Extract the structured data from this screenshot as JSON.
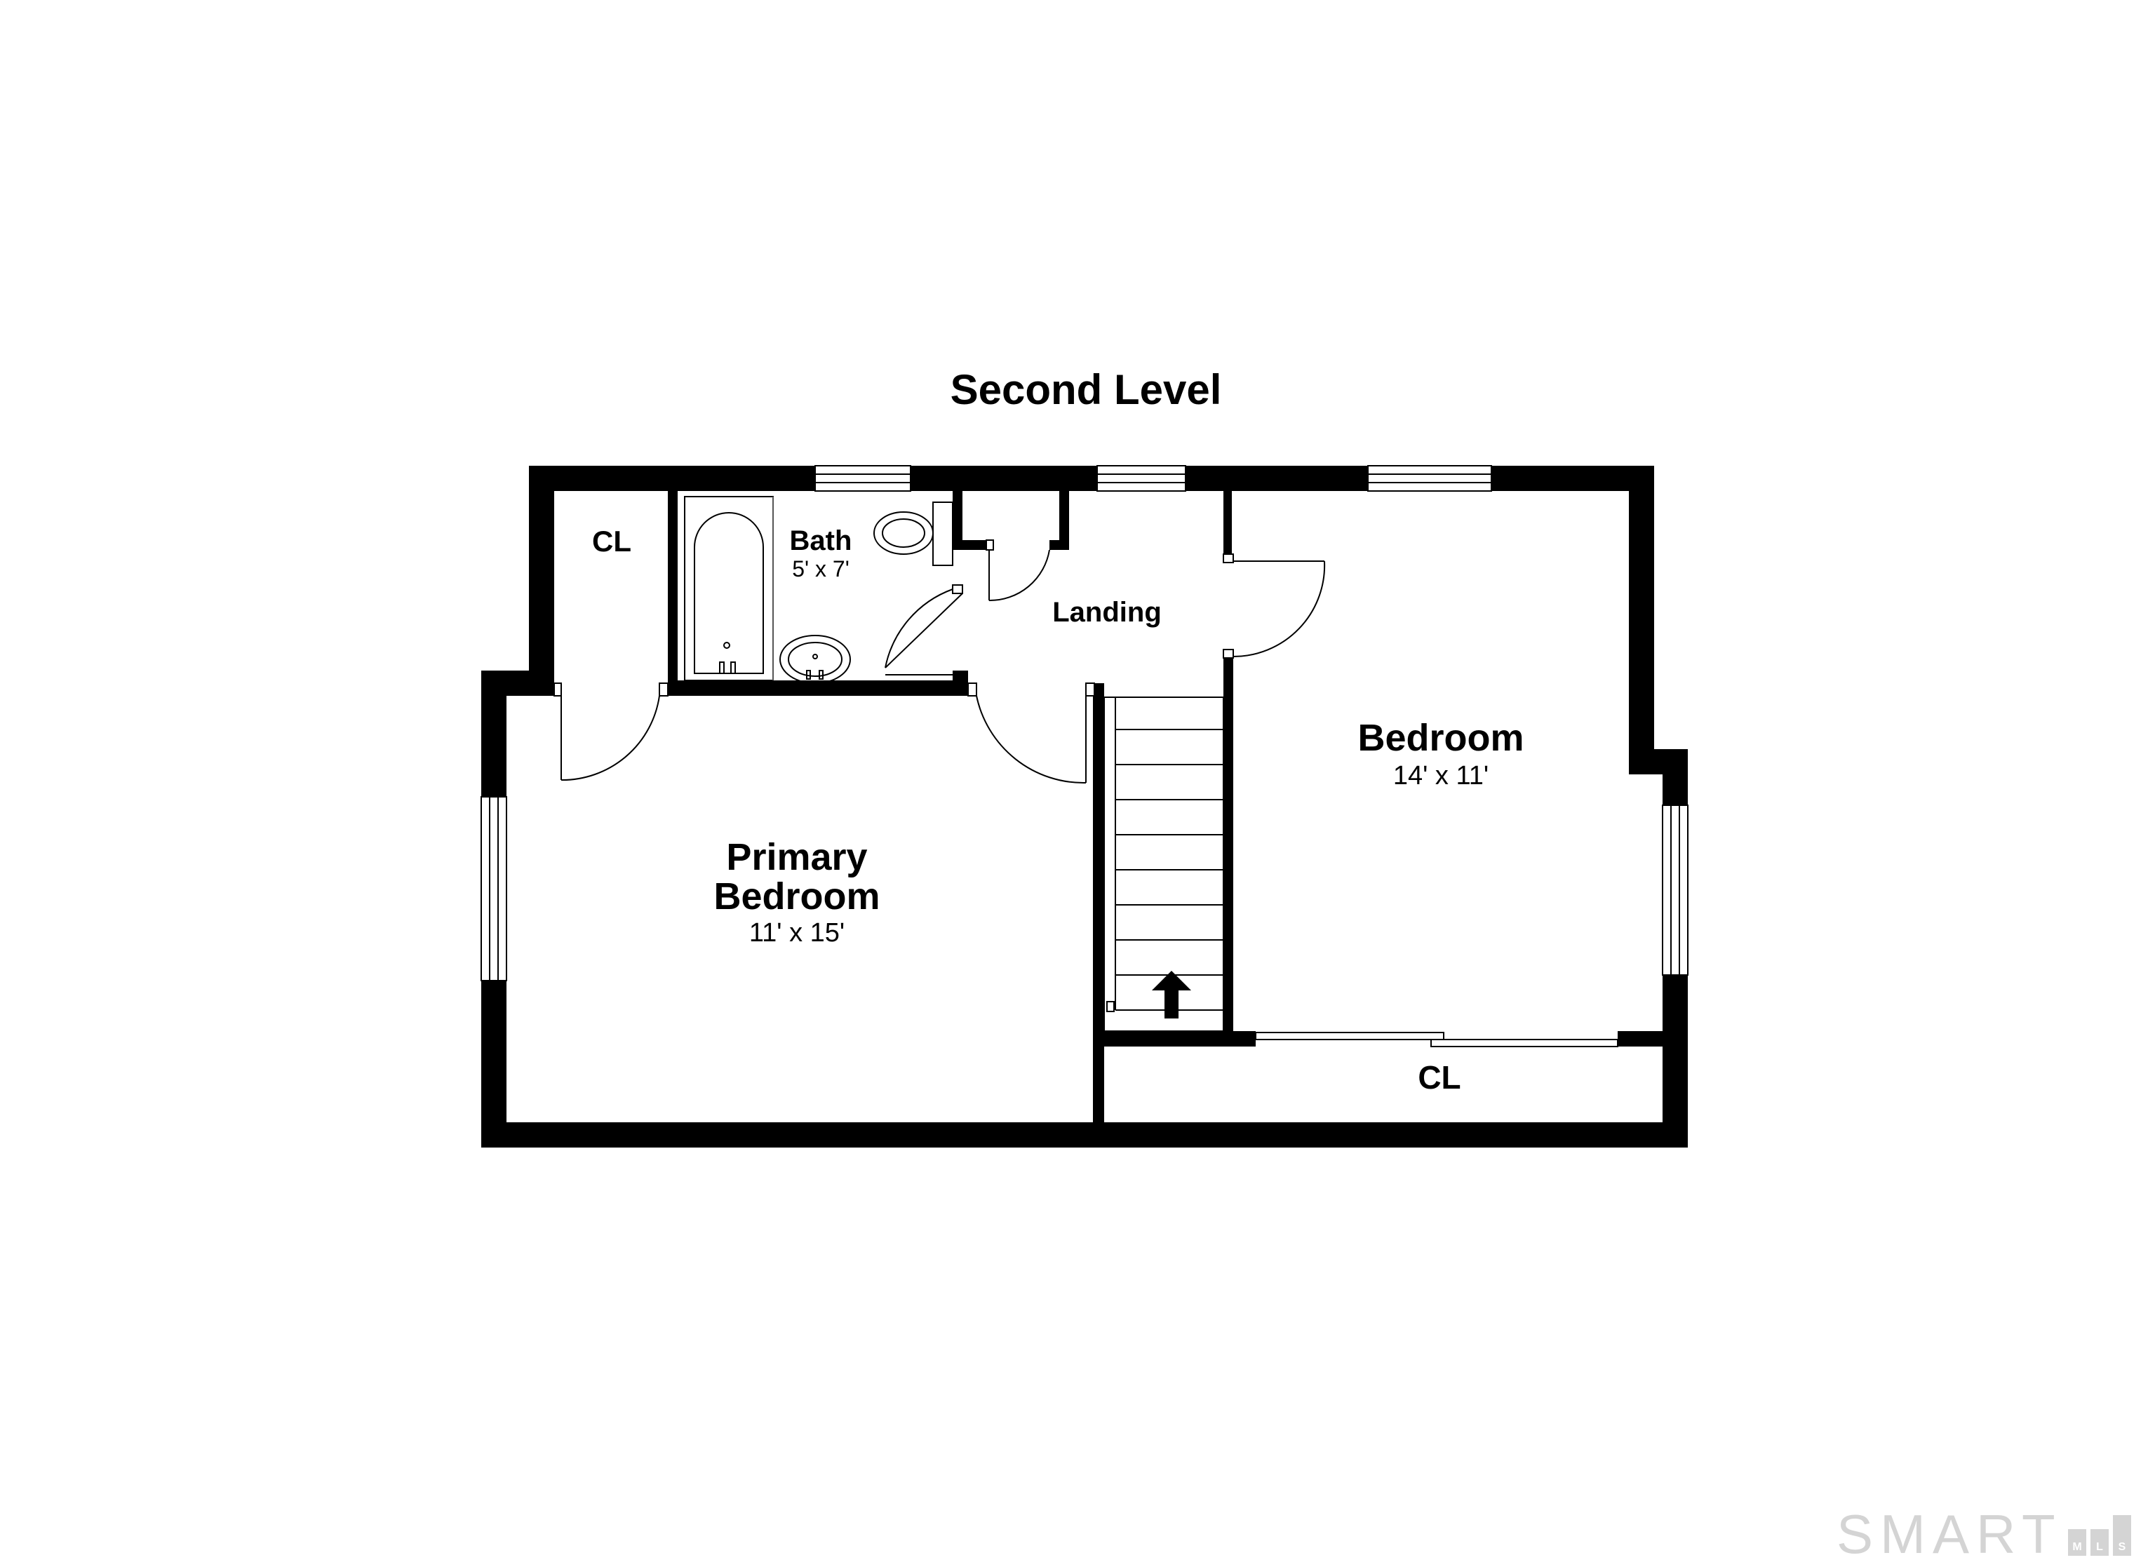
{
  "plan": {
    "title": "Second Level",
    "rooms": {
      "closet_left": {
        "name": "CL"
      },
      "bath": {
        "name": "Bath",
        "dimensions": "5' x 7'"
      },
      "landing": {
        "name": "Landing"
      },
      "primary_bedroom": {
        "name_line1": "Primary",
        "name_line2": "Bedroom",
        "dimensions": "11' x 15'"
      },
      "bedroom": {
        "name": "Bedroom",
        "dimensions": "14' x 11'"
      },
      "closet_bottom": {
        "name": "CL"
      }
    }
  },
  "logo": {
    "text": "SMART",
    "letters": [
      "M",
      "L",
      "S"
    ]
  },
  "colors": {
    "wall": "#000000",
    "background": "#ffffff",
    "logo": "#d4d4d4"
  }
}
